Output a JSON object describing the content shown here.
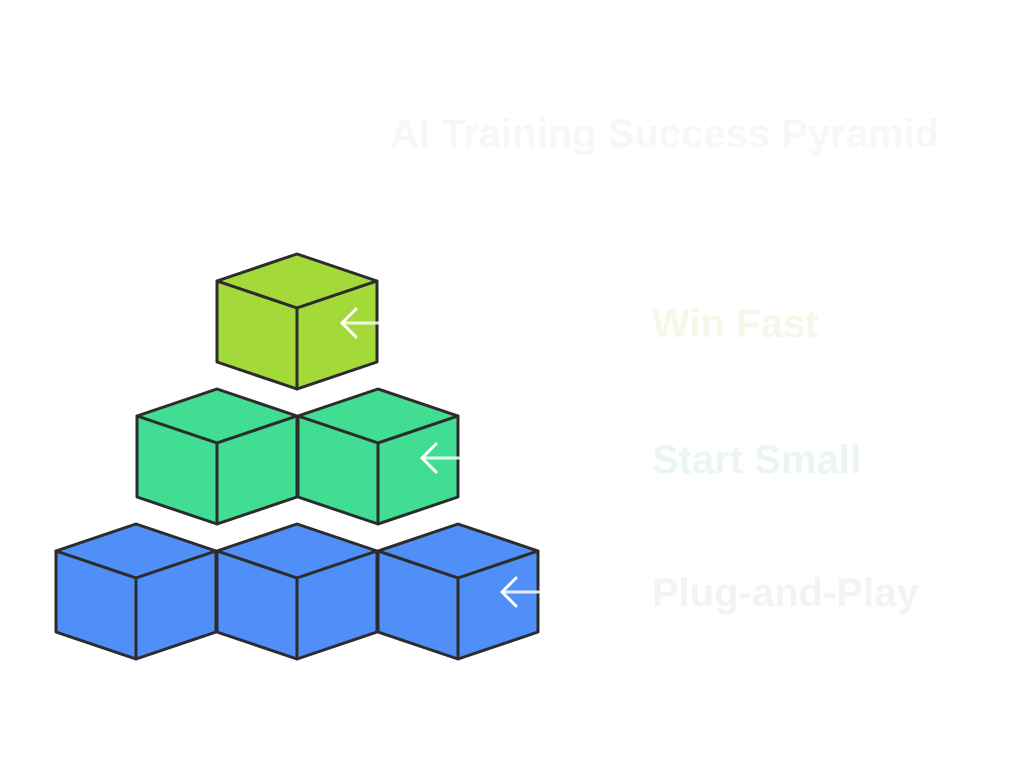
{
  "diagram": {
    "title": "AI Training Success Pyramid",
    "levels": [
      {
        "label": "Win Fast",
        "color": "#a4d93a"
      },
      {
        "label": "Start Small",
        "color": "#41dd92"
      },
      {
        "label": "Plug-and-Play",
        "color": "#4f8ff7"
      }
    ],
    "outline_color": "#2c2c2c",
    "arrow_color": "#ffffff"
  }
}
